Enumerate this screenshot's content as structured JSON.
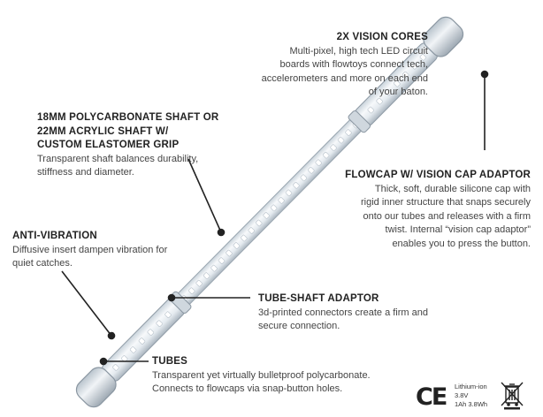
{
  "diagram": {
    "callouts": [
      {
        "id": "vision-cores",
        "title_lines": [
          "2x VISION CORES"
        ],
        "body_lines": [
          "Multi-pixel, high tech LED circuit",
          "boards with flowtoys connect tech,",
          "accelerometers and more on each end",
          "of your baton."
        ]
      },
      {
        "id": "shaft",
        "title_lines": [
          "18mm POLYCARBONATE SHAFT OR",
          "22mm ACRYLIC SHAFT  W/",
          "CUSTOM ELASTOMER GRIP"
        ],
        "body_lines": [
          "Transparent shaft balances durability,",
          "stiffness and diameter."
        ]
      },
      {
        "id": "flowcap",
        "title_lines": [
          "FLOWCAP w/ VISION CAP ADAPTOR"
        ],
        "body_lines": [
          "Thick, soft, durable silicone cap with",
          "rigid inner structure that snaps securely",
          "onto our tubes and releases with a firm",
          "twist.  Internal “vision cap adaptor”",
          "enables you to press the button."
        ]
      },
      {
        "id": "anti-vibration",
        "title_lines": [
          "ANTI-VIBRATION"
        ],
        "body_lines": [
          "Diffusive insert dampen vibration for",
          "quiet catches."
        ]
      },
      {
        "id": "tube-shaft-adaptor",
        "title_lines": [
          "TUBE-SHAFT ADAPTOR"
        ],
        "body_lines": [
          "3d-printed connectors create a firm and",
          "secure connection."
        ]
      },
      {
        "id": "tubes",
        "title_lines": [
          "TUBES"
        ],
        "body_lines": [
          "Transparent yet virtually bulletproof polycarbonate.",
          "Connects to flowcaps via snap-button holes."
        ]
      }
    ],
    "certification": {
      "ce_mark": "CE",
      "battery_lines": [
        "Lithium-ion",
        "3.8V",
        "1Ah 3.8Wh"
      ],
      "disposal_icon": "crossed-out-wheelie-bin-icon"
    },
    "colors": {
      "text": "#333333",
      "leader_line": "#222222",
      "tube_fill": "#e8eef3",
      "tube_edge": "#9aa6b0",
      "cap_fill": "#dfe6ec"
    }
  }
}
